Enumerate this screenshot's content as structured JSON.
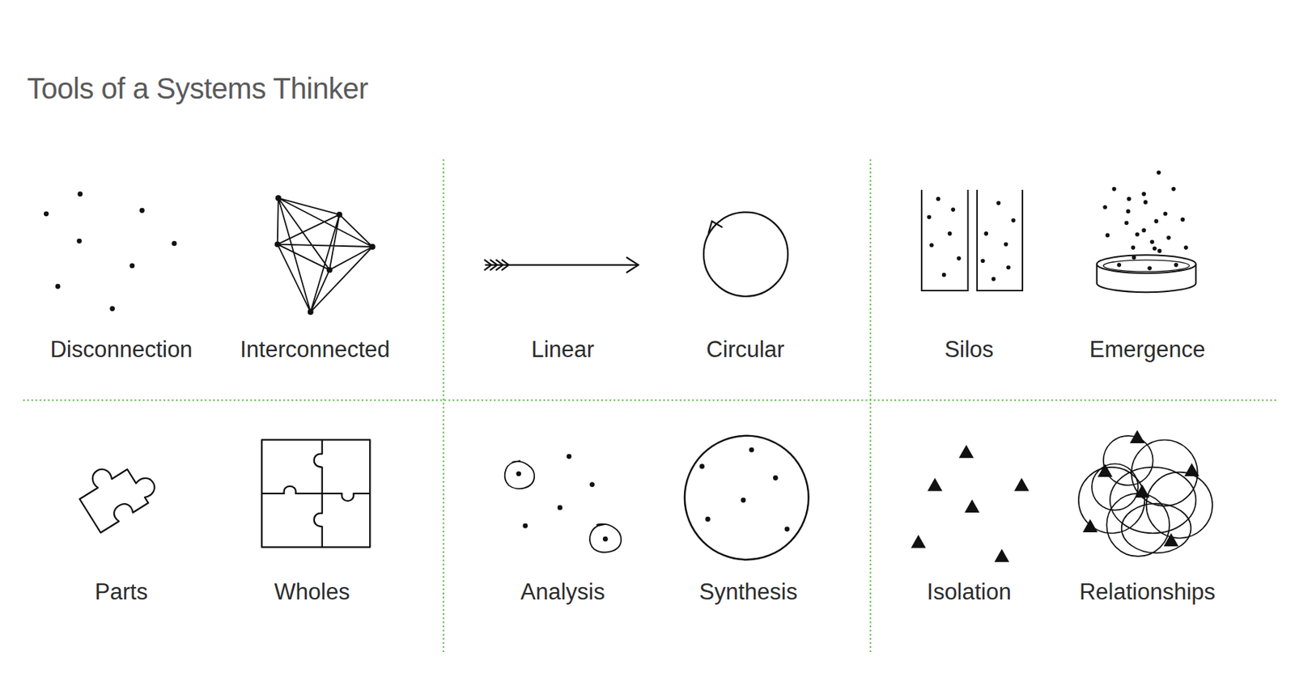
{
  "diagram": {
    "title": "Tools of a Systems Thinker",
    "labels": [
      "Disconnection",
      "Interconnected",
      "Linear",
      "Circular",
      "Silos",
      "Emergence",
      "Parts",
      "Wholes",
      "Analysis",
      "Synthesis",
      "Isolation",
      "Relationships"
    ]
  }
}
